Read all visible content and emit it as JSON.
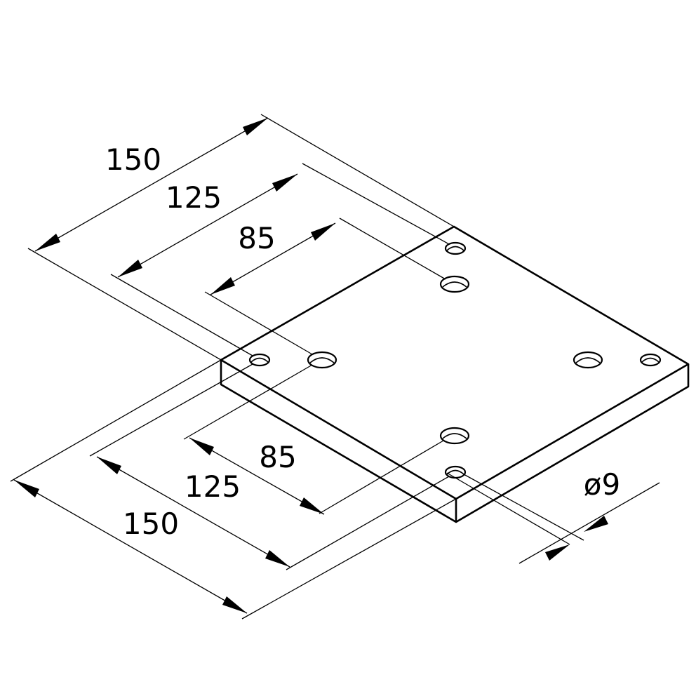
{
  "drawing": {
    "dimensions": {
      "top_outer": "150",
      "top_middle": "125",
      "top_inner": "85",
      "bottom_inner": "85",
      "bottom_middle": "125",
      "bottom_outer": "150",
      "hole_diameter": "ø9"
    },
    "hole_count": 8,
    "line_color": "#000000",
    "background_color": "#ffffff"
  }
}
